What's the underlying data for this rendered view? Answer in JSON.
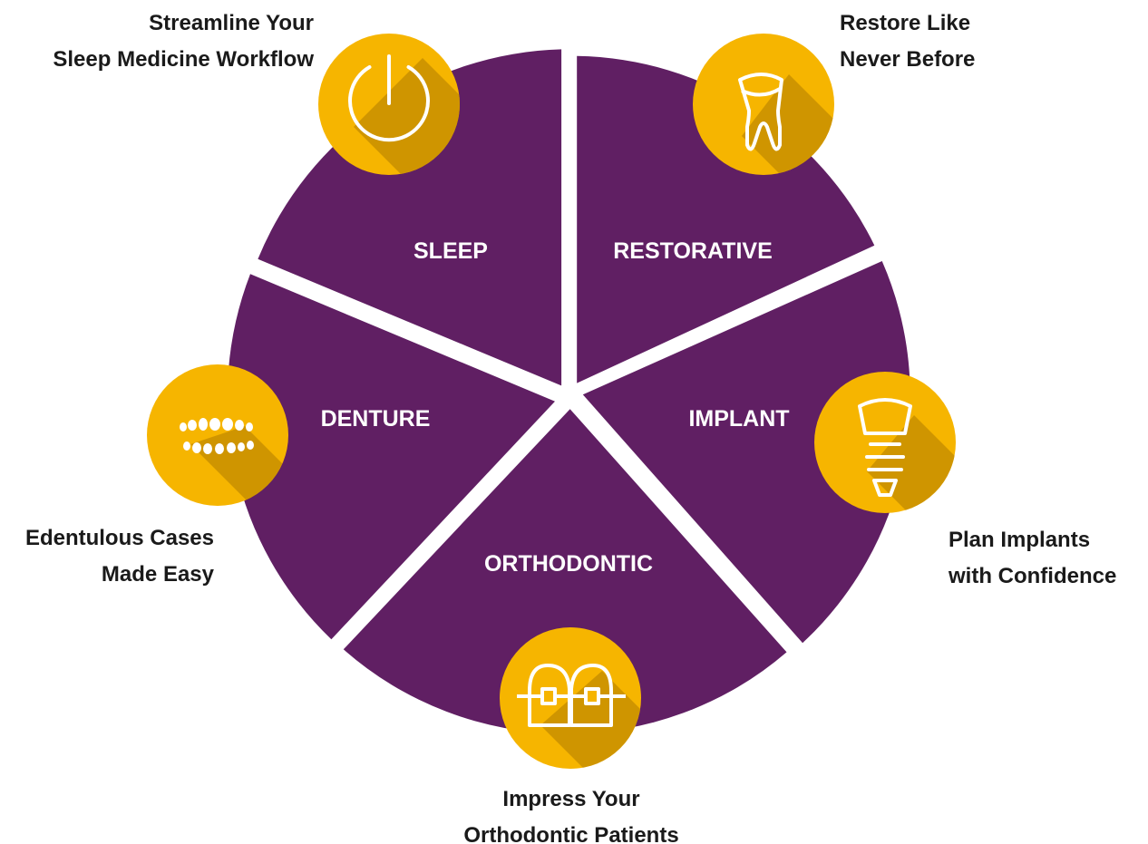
{
  "colors": {
    "segment": "#601f63",
    "badge": "#f6b500",
    "badge_shadow": "#c88f00",
    "icon_stroke": "#ffffff",
    "caption_text": "#1a1a1a"
  },
  "segments": [
    {
      "key": "sleep",
      "label": "SLEEP",
      "icon": "power-icon"
    },
    {
      "key": "restorative",
      "label": "RESTORATIVE",
      "icon": "tooth-icon"
    },
    {
      "key": "implant",
      "label": "IMPLANT",
      "icon": "dental-implant-icon"
    },
    {
      "key": "orthodontic",
      "label": "ORTHODONTIC",
      "icon": "braces-icon"
    },
    {
      "key": "denture",
      "label": "DENTURE",
      "icon": "denture-teeth-icon"
    }
  ],
  "captions": {
    "sleep": [
      "Streamline Your",
      "Sleep Medicine Workflow"
    ],
    "restorative": [
      "Restore Like",
      "Never Before"
    ],
    "implant": [
      "Plan Implants",
      "with Confidence"
    ],
    "orthodontic": [
      "Impress Your",
      "Orthodontic Patients"
    ],
    "denture": [
      "Edentulous Cases",
      "Made Easy"
    ]
  }
}
